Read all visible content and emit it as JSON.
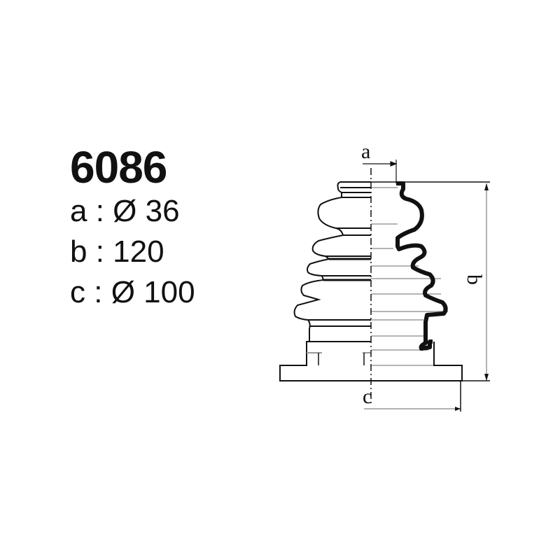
{
  "part_number": "6086",
  "specs": [
    {
      "key": "a",
      "sep": " : ",
      "value": "Ø 36"
    },
    {
      "key": "b",
      "sep": " : ",
      "value": "120"
    },
    {
      "key": "c",
      "sep": " : ",
      "value": "Ø 100"
    }
  ],
  "drawing": {
    "labels": {
      "a": "a",
      "b": "b",
      "c": "c"
    },
    "line_color": "#111111",
    "dim_color": "#999999"
  }
}
